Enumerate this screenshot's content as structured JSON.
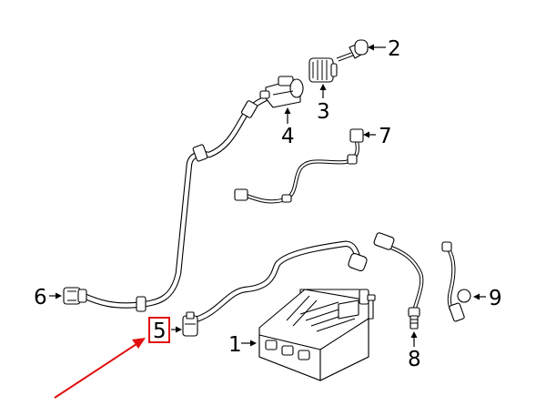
{
  "diagram": {
    "callouts": [
      {
        "id": "part-1",
        "label": "1"
      },
      {
        "id": "part-2",
        "label": "2"
      },
      {
        "id": "part-3",
        "label": "3"
      },
      {
        "id": "part-4",
        "label": "4"
      },
      {
        "id": "part-5",
        "label": "5"
      },
      {
        "id": "part-6",
        "label": "6"
      },
      {
        "id": "part-7",
        "label": "7"
      },
      {
        "id": "part-8",
        "label": "8"
      },
      {
        "id": "part-9",
        "label": "9"
      }
    ],
    "highlight_color": "#e01010",
    "line_color": "#000000",
    "background": "#ffffff"
  }
}
